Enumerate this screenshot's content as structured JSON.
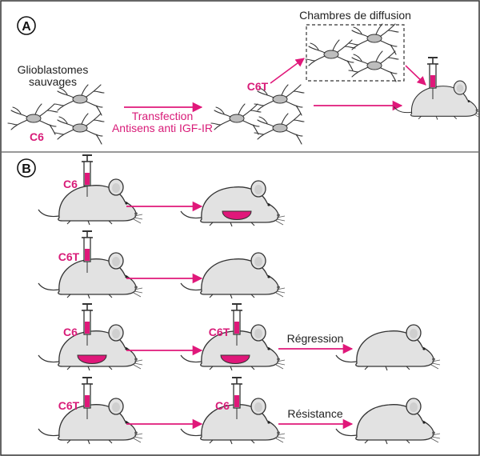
{
  "panel_a": {
    "letter": "A",
    "cells_label": "Glioblastomes sauvages",
    "cells_label_line1": "Glioblastomes",
    "cells_label_line2": "sauvages",
    "cell_line_wild": "C6",
    "transfection_line1": "Transfection",
    "transfection_line2": "Antisens anti IGF-IR",
    "cell_line_transfected": "C6T",
    "diffusion_chamber_label": "Chambres de diffusion"
  },
  "panel_b": {
    "letter": "B",
    "rows": [
      {
        "injected": "C6",
        "second_injection": "",
        "outcome": ""
      },
      {
        "injected": "C6T",
        "second_injection": "",
        "outcome": ""
      },
      {
        "injected": "C6",
        "second_injection": "C6T",
        "outcome": "Régression"
      },
      {
        "injected": "C6T",
        "second_injection": "C6",
        "outcome": "Résistance"
      }
    ]
  },
  "colors": {
    "accent": "#e0187a",
    "mouse_fill": "#e2e2e2",
    "tumor": "#e0187a",
    "outline": "#333333"
  }
}
